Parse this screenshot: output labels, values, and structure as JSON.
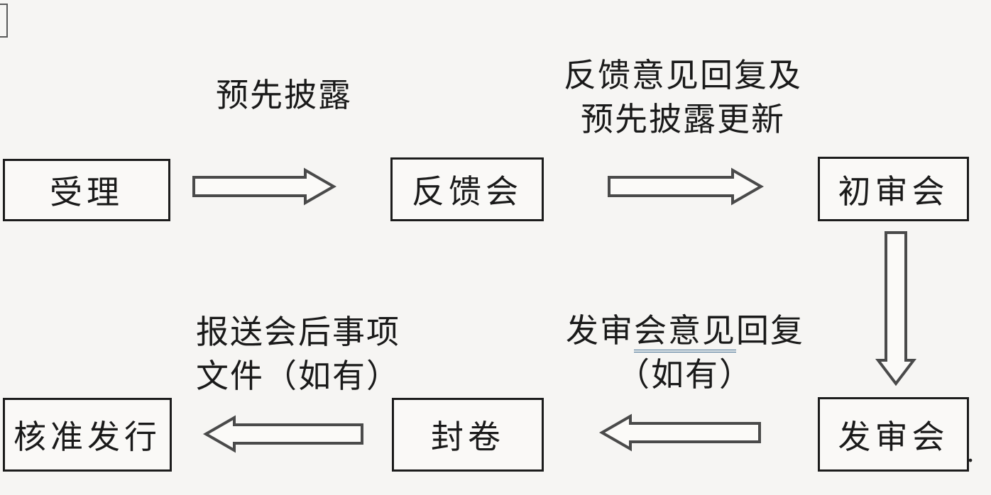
{
  "diagram": {
    "title_semantic": "ipo-approval-process-flowchart",
    "colors": {
      "background": "#f6f5f3",
      "box_border": "#1c1c1c",
      "arrow_outline": "#4a4a4a",
      "text": "#1a1a1a",
      "grammar_underline": "#3d6a8e"
    },
    "nodes": [
      {
        "id": "shouli",
        "label": "受理"
      },
      {
        "id": "fankui",
        "label": "反馈会"
      },
      {
        "id": "chushen",
        "label": "初审会"
      },
      {
        "id": "fashen",
        "label": "发审会"
      },
      {
        "id": "fengjuan",
        "label": "封卷"
      },
      {
        "id": "hezhun",
        "label": "核准发行"
      }
    ],
    "edge_labels": {
      "pre_disclosure": "预先披露",
      "feedback_reply_line1": "反馈意见回复及",
      "feedback_reply_line2": "预先披露更新",
      "issuance_reply_prefix": "发审",
      "issuance_reply_underlined": "会意见",
      "issuance_reply_suffix": "回复",
      "issuance_reply_line2": "（如有）",
      "post_meeting_line1": "报送会后事项",
      "post_meeting_line2": "文件（如有）"
    },
    "flow": [
      {
        "icon": "block-arrow-right-icon",
        "from": "受理",
        "to": "反馈会",
        "label": "预先披露"
      },
      {
        "icon": "block-arrow-right-icon",
        "from": "反馈会",
        "to": "初审会",
        "label": "反馈意见回复及预先披露更新"
      },
      {
        "icon": "block-arrow-down-icon",
        "from": "初审会",
        "to": "发审会",
        "label": ""
      },
      {
        "icon": "block-arrow-left-icon",
        "from": "发审会",
        "to": "封卷",
        "label": "发审会意见回复（如有）"
      },
      {
        "icon": "block-arrow-left-icon",
        "from": "封卷",
        "to": "核准发行",
        "label": "报送会后事项文件（如有）"
      }
    ],
    "artifacts": {
      "trailing_period": "."
    }
  }
}
